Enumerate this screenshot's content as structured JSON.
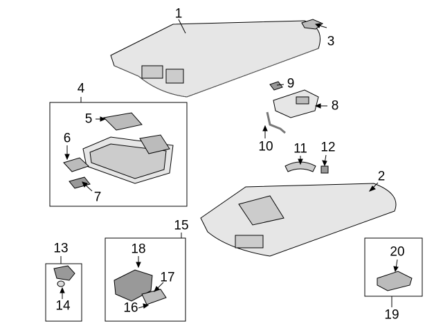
{
  "diagram": {
    "title": "Headliner and interior roof components",
    "colors": {
      "line": "#000000",
      "part_fill": "#e6e6e6",
      "part_dark": "#9a9a9a"
    },
    "callouts": [
      {
        "id": "1",
        "label": "1"
      },
      {
        "id": "2",
        "label": "2"
      },
      {
        "id": "3",
        "label": "3"
      },
      {
        "id": "4",
        "label": "4"
      },
      {
        "id": "5",
        "label": "5"
      },
      {
        "id": "6",
        "label": "6"
      },
      {
        "id": "7",
        "label": "7"
      },
      {
        "id": "8",
        "label": "8"
      },
      {
        "id": "9",
        "label": "9"
      },
      {
        "id": "10",
        "label": "10"
      },
      {
        "id": "11",
        "label": "11"
      },
      {
        "id": "12",
        "label": "12"
      },
      {
        "id": "13",
        "label": "13"
      },
      {
        "id": "14",
        "label": "14"
      },
      {
        "id": "15",
        "label": "15"
      },
      {
        "id": "16",
        "label": "16"
      },
      {
        "id": "17",
        "label": "17"
      },
      {
        "id": "18",
        "label": "18"
      },
      {
        "id": "19",
        "label": "19"
      },
      {
        "id": "20",
        "label": "20"
      }
    ]
  }
}
